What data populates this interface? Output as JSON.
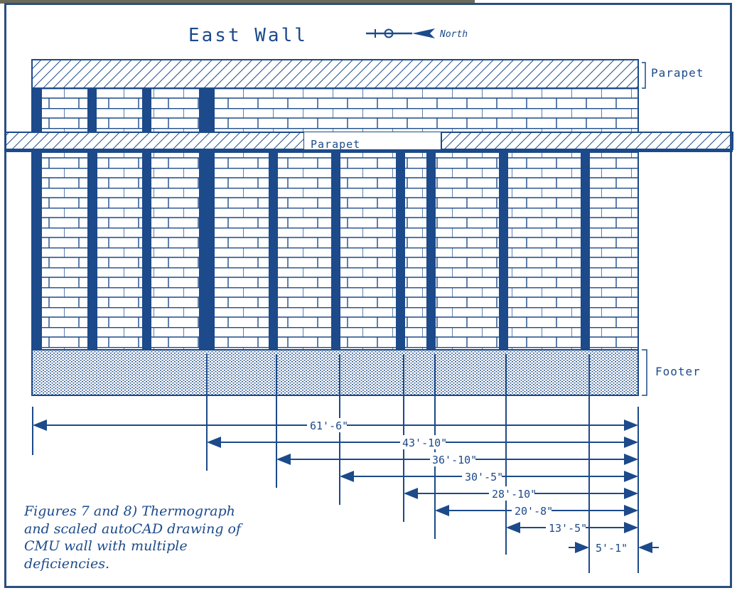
{
  "title": "East Wall",
  "north_label": "North",
  "labels": {
    "parapet_top": "Parapet",
    "parapet_mid": "Parapet",
    "footer": "Footer"
  },
  "dimensions": [
    "61'-6\"",
    "43'-10\"",
    "36'-10\"",
    "30'-5\"",
    "28'-10\"",
    "20'-8\"",
    "13'-5\"",
    "5'-1\""
  ],
  "caption": "Figures 7 and 8) Thermograph and scaled autoCAD drawing of CMU wall with multiple deficiencies.",
  "colors": {
    "ink": "#1c4a8a",
    "frame": "#2a4f7f"
  }
}
